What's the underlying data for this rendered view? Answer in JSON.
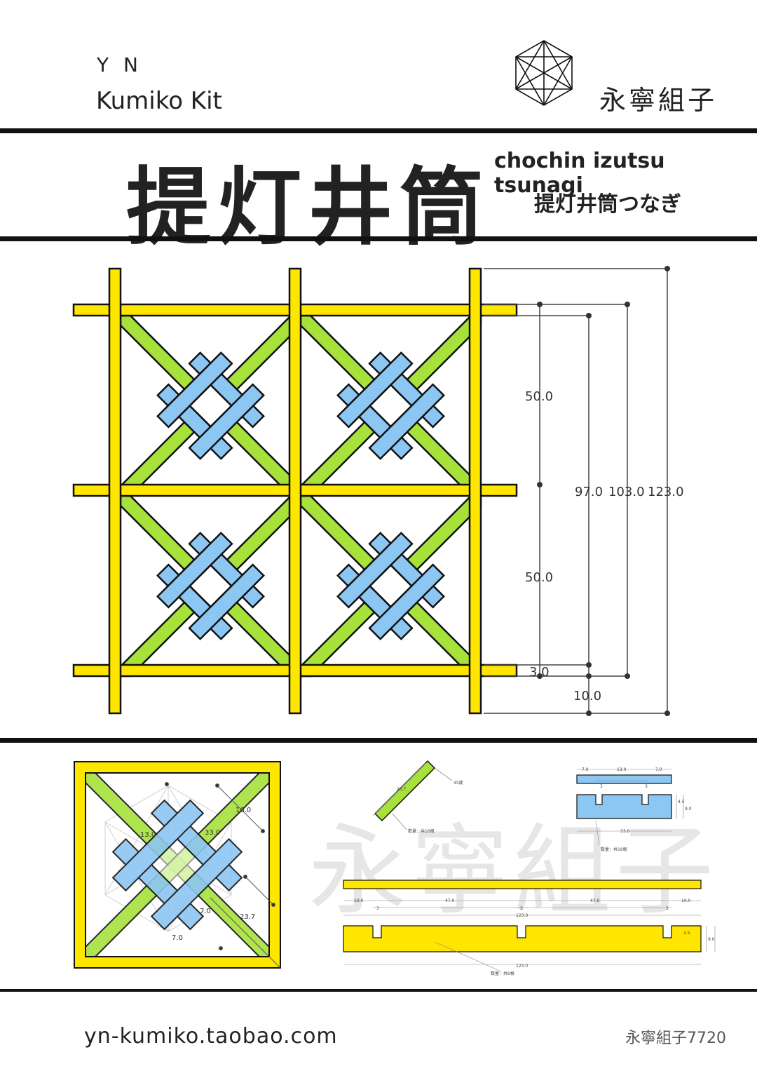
{
  "header": {
    "brand_line1": "Y N",
    "brand_line2": "Kumiko Kit",
    "brand_cn": "永寧組子"
  },
  "title": {
    "cn": "提灯井筒",
    "en": "chochin izutsu tsunagi",
    "jp": "提灯井筒つなぎ"
  },
  "dimensions_main": {
    "upper_cell": "50.0",
    "lower_cell": "50.0",
    "inner_97": "97.0",
    "inner_103": "103.0",
    "outer_123": "123.0",
    "bottom_3": "3.0",
    "bottom_10": "10.0"
  },
  "detail_labels": {
    "d13": "13.0",
    "d33": "33.0",
    "d16": "16.0",
    "d7a": "7.0",
    "d7b": "7.0",
    "d237": "23.7"
  },
  "parts": {
    "diag_len": "23.7",
    "angle": "45度",
    "diag_qty": "数量：共16根",
    "blue_7a": "7.0",
    "blue_13": "13.0",
    "blue_7b": "7.0",
    "blue_3a": "3",
    "blue_3b": "3",
    "blue_45": "4.5",
    "blue_90": "9.0",
    "blue_33": "33.0",
    "blue_qty": "数量：共16根",
    "long_10a": "10.0",
    "long_47a": "47.0",
    "long_47b": "47.0",
    "long_10b": "10.0",
    "long_3a": "3",
    "long_3b": "3",
    "long_3c": "3",
    "long_123a": "123.0",
    "long_45": "4.5",
    "long_90": "9.0",
    "long_123b": "123.0",
    "long_qty": "数量：共6根"
  },
  "watermark": "永寧組子",
  "footer": {
    "url": "yn-kumiko.taobao.com",
    "wechat": "永寧組子7720"
  },
  "colors": {
    "frame_yellow": "#ffe600",
    "diagonal_green": "#a6e23a",
    "pattern_blue": "#8cc6f2",
    "outline": "#111111",
    "dimension": "#333333"
  }
}
